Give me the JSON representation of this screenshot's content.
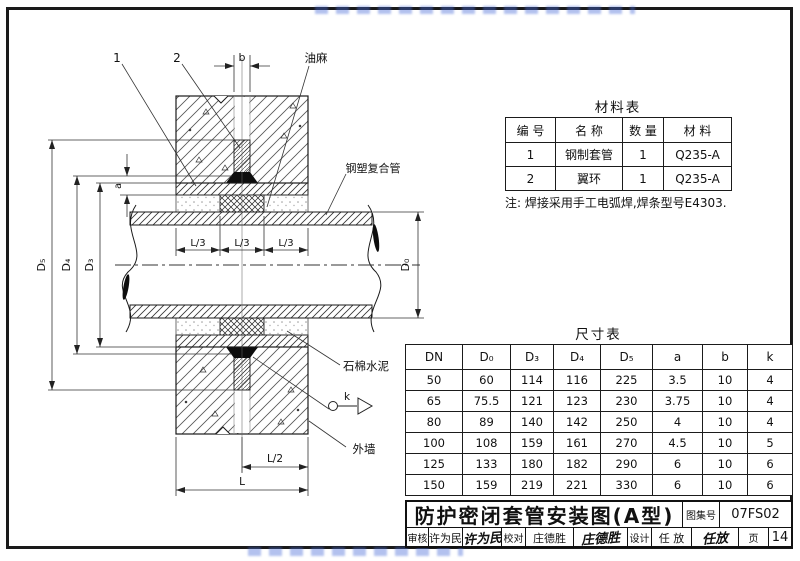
{
  "diagram": {
    "callouts": {
      "num1": "1",
      "num2": "2",
      "oakum": "油麻",
      "composite_pipe": "钢塑复合管",
      "asbestos_cement": "石棉水泥",
      "exterior_wall": "外墙"
    },
    "dims": {
      "b": "b",
      "a": "a",
      "k": "k",
      "l3": "L/3",
      "l2": "L/2",
      "l": "L",
      "d0": "D₀",
      "d3": "D₃",
      "d4": "D₄",
      "d5": "D₅"
    }
  },
  "material_table": {
    "title": "材料表",
    "headers": [
      "编 号",
      "名 称",
      "数 量",
      "材 料"
    ],
    "rows": [
      [
        "1",
        "钢制套管",
        "1",
        "Q235-A"
      ],
      [
        "2",
        "翼环",
        "1",
        "Q235-A"
      ]
    ],
    "note": "注: 焊接采用手工电弧焊,焊条型号E4303."
  },
  "size_table": {
    "title": "尺寸表",
    "headers": [
      "DN",
      "D₀",
      "D₃",
      "D₄",
      "D₅",
      "a",
      "b",
      "k"
    ],
    "rows": [
      [
        "50",
        "60",
        "114",
        "116",
        "225",
        "3.5",
        "10",
        "4"
      ],
      [
        "65",
        "75.5",
        "121",
        "123",
        "230",
        "3.75",
        "10",
        "4"
      ],
      [
        "80",
        "89",
        "140",
        "142",
        "250",
        "4",
        "10",
        "4"
      ],
      [
        "100",
        "108",
        "159",
        "161",
        "270",
        "4.5",
        "10",
        "5"
      ],
      [
        "125",
        "133",
        "180",
        "182",
        "290",
        "6",
        "10",
        "6"
      ],
      [
        "150",
        "159",
        "219",
        "221",
        "330",
        "6",
        "10",
        "6"
      ]
    ]
  },
  "title_block": {
    "title": "防护密闭套管安装图(A型)",
    "atlas_label": "图集号",
    "atlas_no": "07FS02",
    "page_label": "页",
    "page_no": "14",
    "review_label": "审核",
    "review_name": "许为民",
    "review_sig": "许为民",
    "check_label": "校对",
    "check_name": "庄德胜",
    "check_sig": "庄德胜",
    "design_label": "设计",
    "design_name": "任 放",
    "design_sig": "任放"
  }
}
